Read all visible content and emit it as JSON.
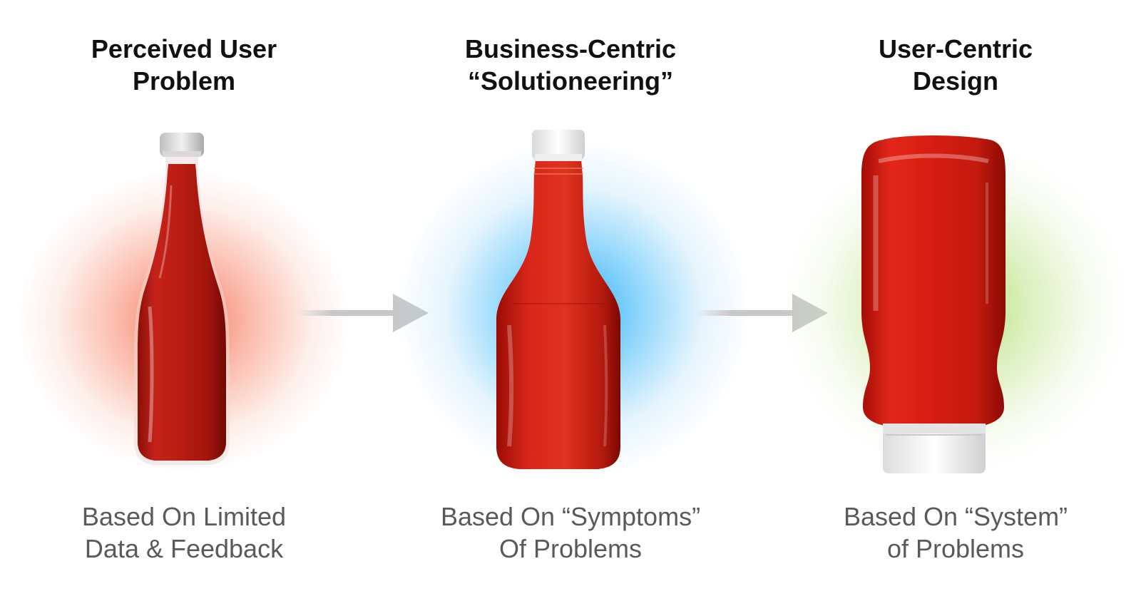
{
  "columns": [
    {
      "heading_line1": "Perceived User",
      "heading_line2": "Problem",
      "caption_line1": "Based On Limited",
      "caption_line2": "Data & Feedback",
      "glow_color": "#f4603e",
      "bottle": "glass-ketchup-bottle"
    },
    {
      "heading_line1": "Business-Centric",
      "heading_line2": "“Solutioneering”",
      "caption_line1": "Based On “Symptoms”",
      "caption_line2": "Of Problems",
      "glow_color": "#28aaf5",
      "bottle": "squeeze-ketchup-bottle"
    },
    {
      "heading_line1": "User-Centric",
      "heading_line2": "Design",
      "caption_line1": "Based On “System”",
      "caption_line2": "of Problems",
      "glow_color": "#96d23c",
      "bottle": "upside-down-ketchup-bottle"
    }
  ],
  "arrow_color": "#c8c8c8",
  "ketchup_color": "#d41f14"
}
